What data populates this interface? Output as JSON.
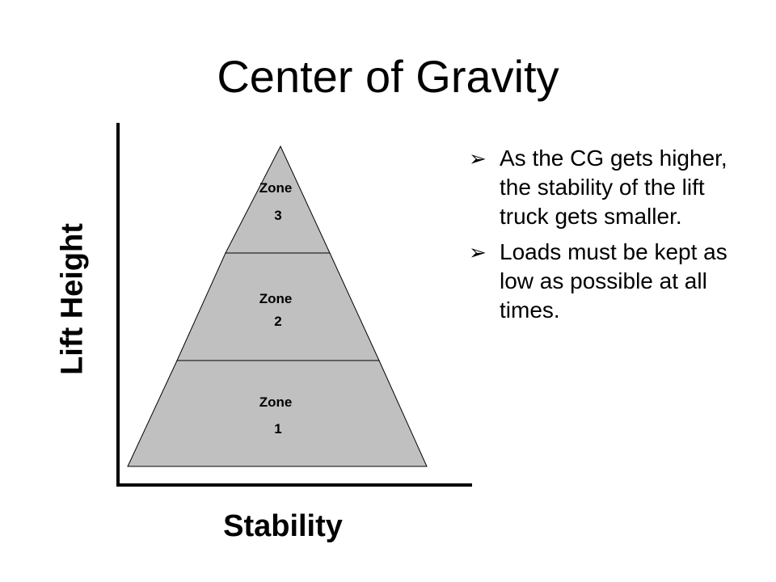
{
  "slide": {
    "title": "Center of Gravity"
  },
  "diagram": {
    "y_axis_label": "Lift Height",
    "x_axis_label": "Stability",
    "zones": [
      {
        "label": "Zone",
        "number": "3"
      },
      {
        "label": "Zone",
        "number": "2"
      },
      {
        "label": "Zone",
        "number": "1"
      }
    ],
    "colors": {
      "zone_fill": "#c0c0c0",
      "outline": "#000000",
      "axis": "#000000"
    }
  },
  "bullets": {
    "marker": "➢",
    "items": [
      "As the CG gets higher, the stability of the lift truck gets smaller.",
      "Loads must be kept as low as possible at all times."
    ]
  }
}
